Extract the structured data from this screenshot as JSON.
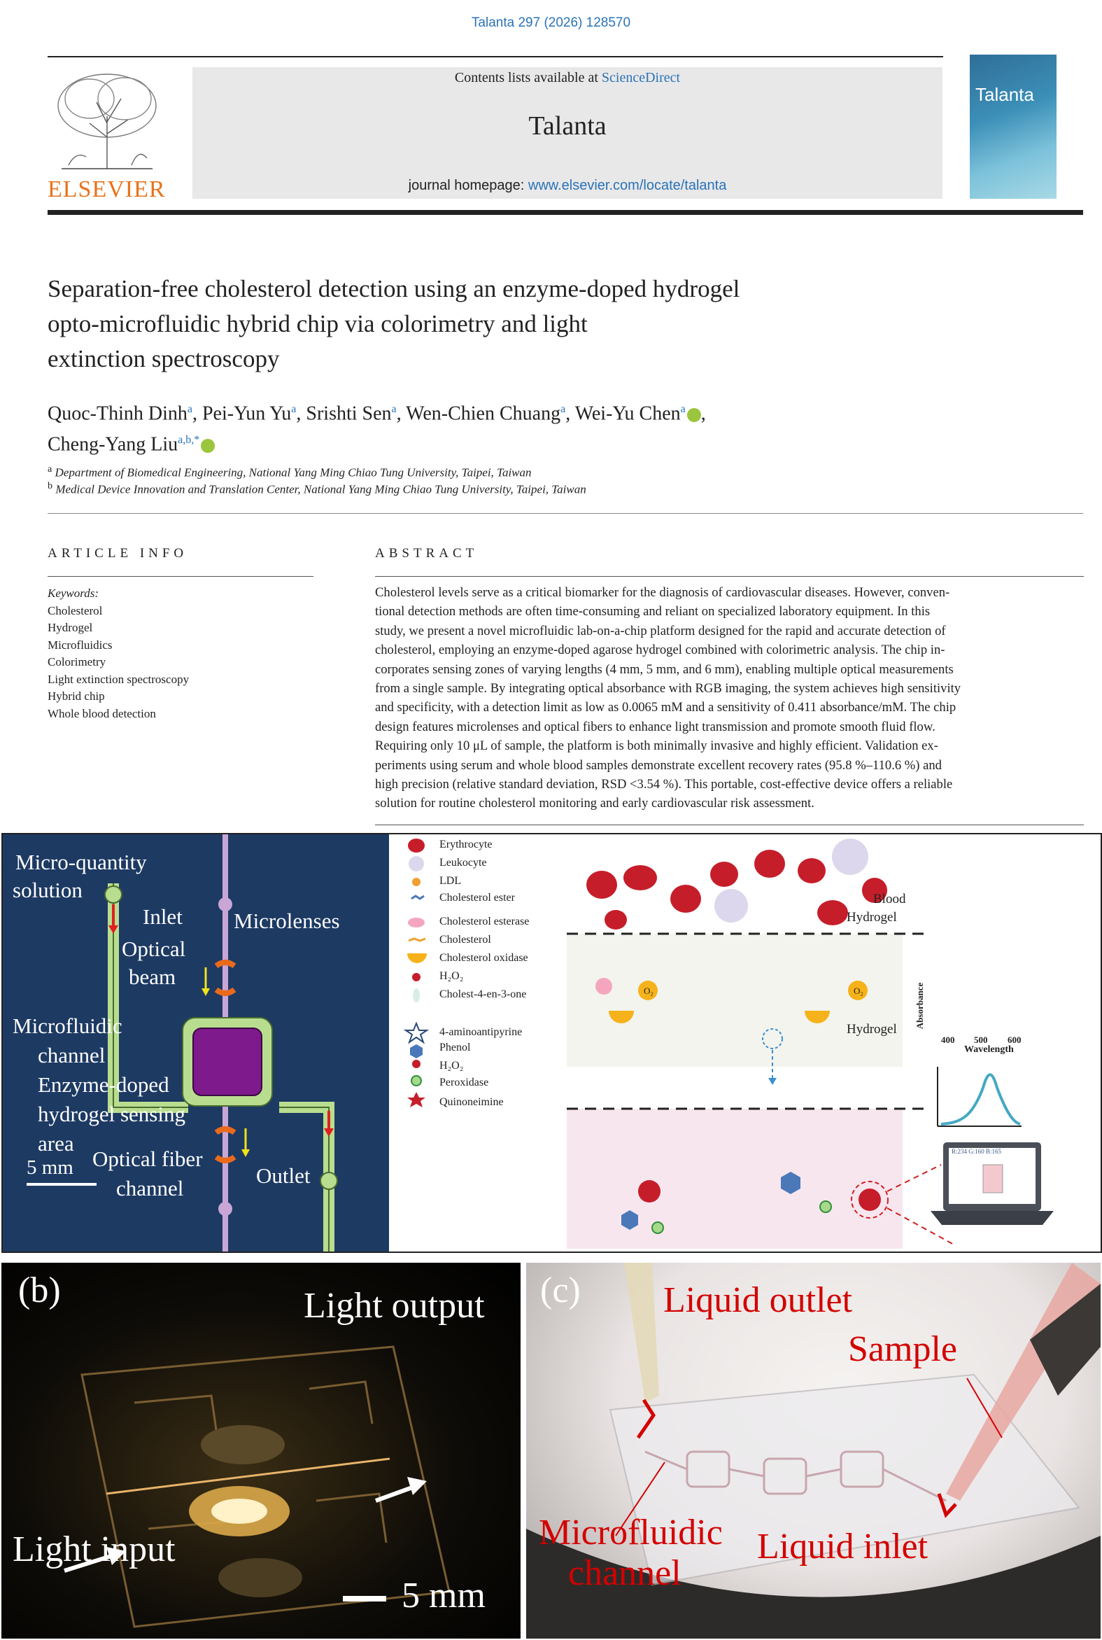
{
  "citation": "Talanta 297 (2026) 128570",
  "header": {
    "contents_prefix": "Contents lists available at",
    "contents_link": "ScienceDirect",
    "journal_name": "Talanta",
    "homepage_prefix": "journal homepage:",
    "homepage_link": "www.elsevier.com/locate/talanta",
    "publisher": "ELSEVIER",
    "cover_title": "Talanta"
  },
  "article": {
    "title_lines": [
      "Separation-free cholesterol detection using an enzyme-doped hydrogel",
      "opto-microfluidic hybrid chip via colorimetry and light",
      "extinction spectroscopy"
    ],
    "authors": [
      {
        "name": "Quoc-Thinh Dinh",
        "sup": "a"
      },
      {
        "name": "Pei-Yun Yu",
        "sup": "a"
      },
      {
        "name": "Srishti Sen",
        "sup": "a"
      },
      {
        "name": "Wen-Chien Chuang",
        "sup": "a"
      },
      {
        "name": "Wei-Yu Chen",
        "sup": "a"
      },
      {
        "name": "Cheng-Yang Liu",
        "sup": "a,b,*"
      }
    ],
    "affiliations": [
      {
        "sup": "a",
        "text": "Department of Biomedical Engineering, National Yang Ming Chiao Tung University, Taipei, Taiwan"
      },
      {
        "sup": "b",
        "text": "Medical Device Innovation and Translation Center, National Yang Ming Chiao Tung University, Taipei, Taiwan"
      }
    ],
    "article_info_heading": "ARTICLE INFO",
    "abstract_heading": "ABSTRACT",
    "keywords_label": "Keywords:",
    "keywords": [
      "Cholesterol",
      "Hydrogel",
      "Microfluidics",
      "Colorimetry",
      "Light extinction spectroscopy",
      "Hybrid chip",
      "Whole blood detection"
    ],
    "abstract_lines": [
      "Cholesterol levels serve as a critical biomarker for the diagnosis of cardiovascular diseases. However, conven-",
      "tional detection methods are often time-consuming and reliant on specialized laboratory equipment. In this",
      "study, we present a novel microfluidic lab-on-a-chip platform designed for the rapid and accurate detection of",
      "cholesterol, employing an enzyme-doped agarose hydrogel combined with colorimetric analysis. The chip in-",
      "corporates sensing zones of varying lengths (4 mm, 5 mm, and 6 mm), enabling multiple optical measurements",
      "from a single sample. By integrating optical absorbance with RGB imaging, the system achieves high sensitivity",
      "and specificity, with a detection limit as low as 0.0065 mM and a sensitivity of 0.411 absorbance/mM. The chip",
      "design features microlenses and optical fibers to enhance light transmission and promote smooth fluid flow.",
      "Requiring only 10 μL of sample, the platform is both minimally invasive and highly efficient. Validation ex-",
      "periments using serum and whole blood samples demonstrate excellent recovery rates (95.8 %–110.6 %) and",
      "high precision (relative standard deviation, RSD <3.54 %). This portable, cost-effective device offers a reliable",
      "solution for routine cholesterol monitoring and early cardiovascular risk assessment."
    ]
  },
  "figure_a": {
    "labels": {
      "micro_quantity_1": "Micro-quantity",
      "micro_quantity_2": "solution",
      "inlet": "Inlet",
      "microlenses": "Microlenses",
      "optical_1": "Optical",
      "optical_2": "beam",
      "microfluidic_1": "Microfluidic",
      "microfluidic_2": "channel",
      "enzyme_1": "Enzyme-doped",
      "enzyme_2": "hydrogel sensing",
      "enzyme_3": "area",
      "scale": "5 mm",
      "fiber_1": "Optical fiber",
      "fiber_2": "channel",
      "outlet": "Outlet"
    },
    "legend_top": [
      "Erythrocyte",
      "Leukocyte",
      "LDL",
      "Cholesterol ester",
      "Cholesterol esterase",
      "Cholesterol",
      "Cholesterol oxidase",
      "H₂O₂",
      "Cholest-4-en-3-one"
    ],
    "legend_bottom": [
      "4-aminoantipyrine",
      "Phenol",
      "H₂O₂",
      "Peroxidase",
      "Quinoneimine"
    ],
    "blood_label": "Blood",
    "hydrogel_label": "Hydrogel",
    "hydrogel_label_2": "Hydrogel",
    "o2": "O₂",
    "spectrum": {
      "ylabel": "Absorbance",
      "xlabel": "Wavelength",
      "ticks": [
        "400",
        "500",
        "600"
      ]
    },
    "rgb_readout": "R:234 G:160 B:165"
  },
  "figure_b": {
    "panel": "(b)",
    "light_output": "Light output",
    "light_input": "Light input",
    "scale": "5 mm"
  },
  "figure_c": {
    "panel": "(c)",
    "liquid_outlet": "Liquid outlet",
    "sample": "Sample",
    "microfluidic_1": "Microfluidic",
    "microfluidic_2": "channel",
    "liquid_inlet": "Liquid inlet"
  },
  "colors": {
    "accent_link": "#2a73b8",
    "elsevier_orange": "#e8721c",
    "panel_navy": "#1d3a63",
    "red_label": "#d40000"
  }
}
